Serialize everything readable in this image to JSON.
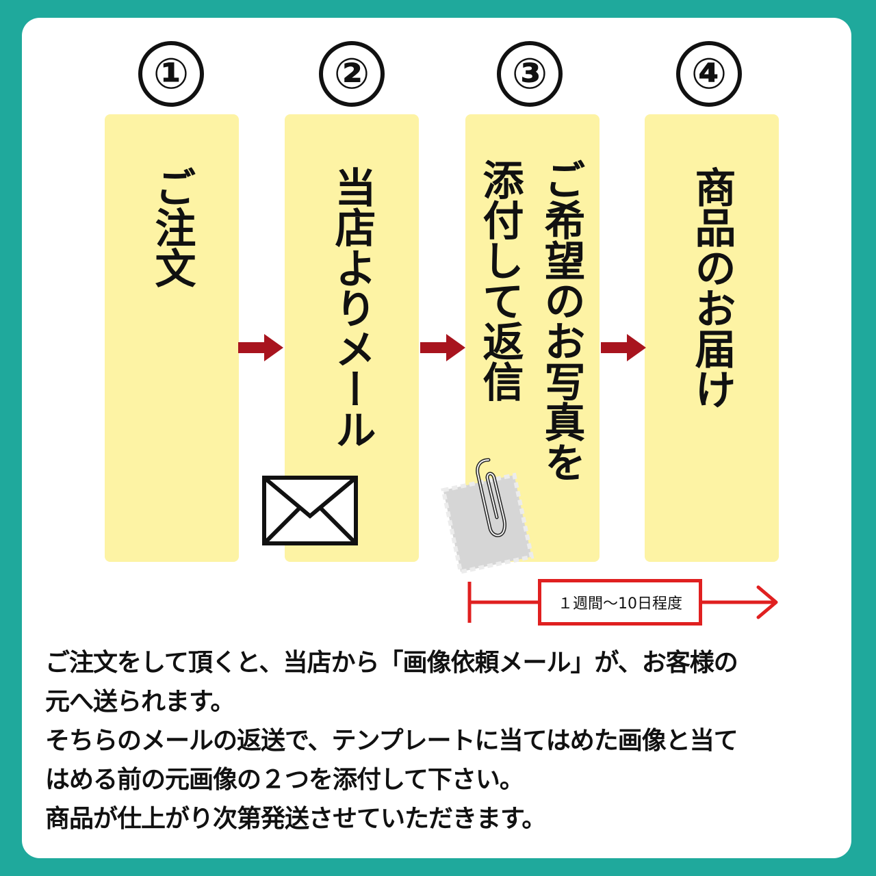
{
  "steps": [
    {
      "number": "①",
      "label": "ご注文"
    },
    {
      "number": "②",
      "label": "当店よりメール"
    },
    {
      "number": "③",
      "label_col1": "ご希望のお写真を",
      "label_col2": "添付して返信"
    },
    {
      "number": "④",
      "label": "商品のお届け"
    }
  ],
  "duration": {
    "label": "１週間〜10日程度"
  },
  "colors": {
    "background": "#1fa99c",
    "box": "#fdf3a4",
    "arrow": "#a8141e",
    "duration": "#e02020"
  },
  "description": {
    "lines": [
      "ご注文をして頂くと、当店から「画像依頼メール」が、お客様の",
      "元へ送られます。",
      "そちらのメールの返送で、テンプレートに当てはめた画像と当て",
      "はめる前の元画像の２つを添付して下さい。",
      "商品が仕上がり次第発送させていただきます。"
    ]
  }
}
